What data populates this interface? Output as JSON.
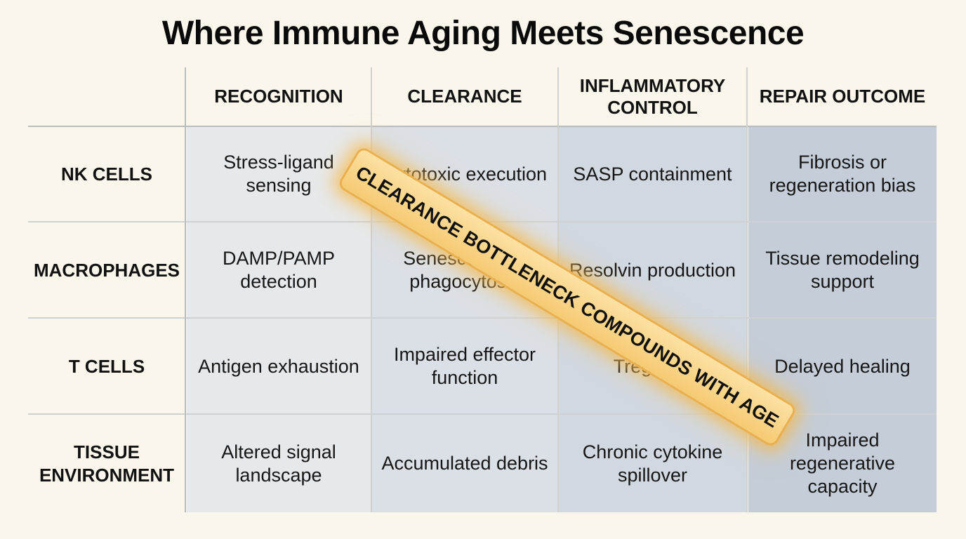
{
  "title": "Where Immune Aging Meets Senescence",
  "columns": [
    "RECOGNITION",
    "CLEARANCE",
    "INFLAMMATORY CONTROL",
    "REPAIR OUTCOME"
  ],
  "rows": [
    {
      "label": "NK CELLS",
      "cells": [
        "Stress-ligand sensing",
        "Cytotoxic execution",
        "SASP containment",
        "Fibrosis or regeneration bias"
      ]
    },
    {
      "label": "MACROPHAGES",
      "cells": [
        "DAMP/PAMP detection",
        "Senescent cell phagocytosis",
        "Resolvin production",
        "Tissue remodeling support"
      ]
    },
    {
      "label": "T CELLS",
      "cells": [
        "Antigen exhaustion",
        "Impaired effector function",
        "Treg shift",
        "Delayed healing"
      ]
    },
    {
      "label": "TISSUE ENVIRONMENT",
      "cells": [
        "Altered signal landscape",
        "Accumulated debris",
        "Chronic cytokine spillover",
        "Impaired regenerative capacity"
      ]
    }
  ],
  "banner": "CLEARANCE BOTTLENECK COMPOUNDS WITH AGE",
  "colors": {
    "background": "#faf6ec",
    "banner_fill": "#f6ca73",
    "banner_border": "#eab04e",
    "column_shades": [
      "#e6e9ec",
      "#dbe0e6",
      "#d1d8e0",
      "#c4cdd8"
    ]
  }
}
